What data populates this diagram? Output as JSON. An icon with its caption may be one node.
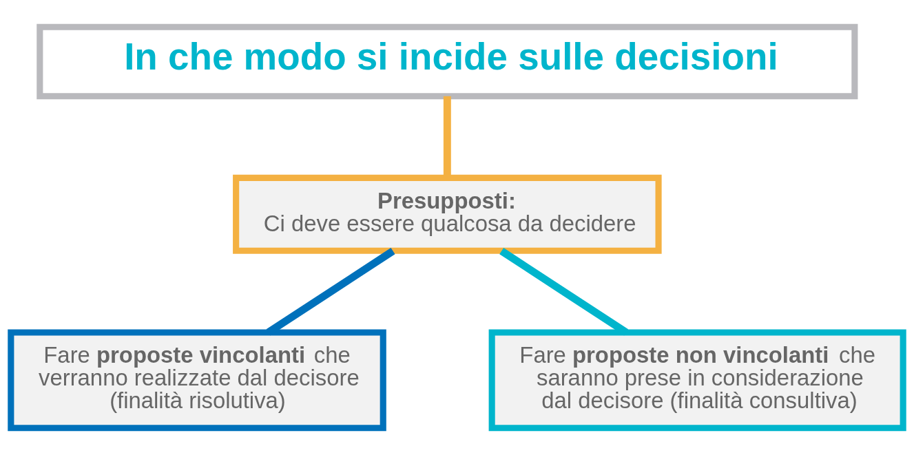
{
  "diagram": {
    "nodes": [
      {
        "text": [
          "In che modo si incide sulle decisioni"
        ]
      },
      {
        "text": [
          "Presupposti:",
          "Ci deve essere qualcosa da decidere"
        ]
      },
      {
        "text": [
          "Fare **proposte vincolanti** che verranno realizzate dal decisore (finalità risolutiva)"
        ]
      },
      {
        "text": [
          "Fare **proposte non vincolanti** che saranno prese in considerazione dal decisore (finalità consultiva)"
        ]
      }
    ],
    "edges": [
      {
        "from": 0,
        "to": 1,
        "arrow": "none",
        "color": "#f4b142"
      },
      {
        "from": 1,
        "to": 2,
        "arrow": "none",
        "color": "#0071bb"
      },
      {
        "from": 1,
        "to": 3,
        "arrow": "none",
        "color": "#00b5cc"
      }
    ]
  }
}
